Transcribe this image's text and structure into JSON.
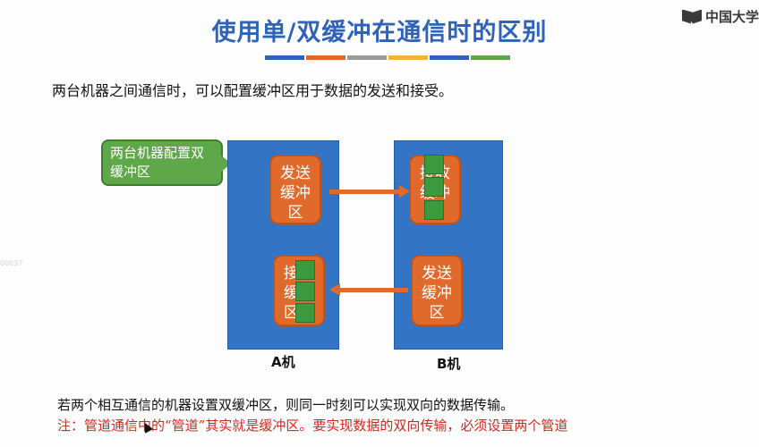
{
  "slide": {
    "title": "使用单/双缓冲在通信时的区别",
    "logo_text": "中国大学",
    "side_mark": "00037",
    "intro": "两台机器之间通信时，可以配置缓冲区用于数据的发送和接受。",
    "callout": "两台机器配置双缓冲区",
    "machines": {
      "a_label": "A机",
      "b_label": "B机",
      "a_send": [
        "发送",
        "缓冲",
        "区"
      ],
      "a_recv": [
        "接",
        "缓",
        "区"
      ],
      "b_recv": [
        "接收",
        "缓冲",
        "区"
      ],
      "b_send": [
        "发送",
        "缓冲",
        "区"
      ]
    },
    "summary": "若两个相互通信的机器设置双缓冲区，则同一时刻可以实现双向的数据传输。",
    "note": "注：管道通信中的“管道”其实就是缓冲区。要实现数据的双向传输，必须设置两个管道"
  },
  "colors": {
    "bars": [
      "#2f63b7",
      "#e06a2c",
      "#9a9a9a",
      "#f0b33a",
      "#2f63b7",
      "#5fa84a"
    ]
  }
}
